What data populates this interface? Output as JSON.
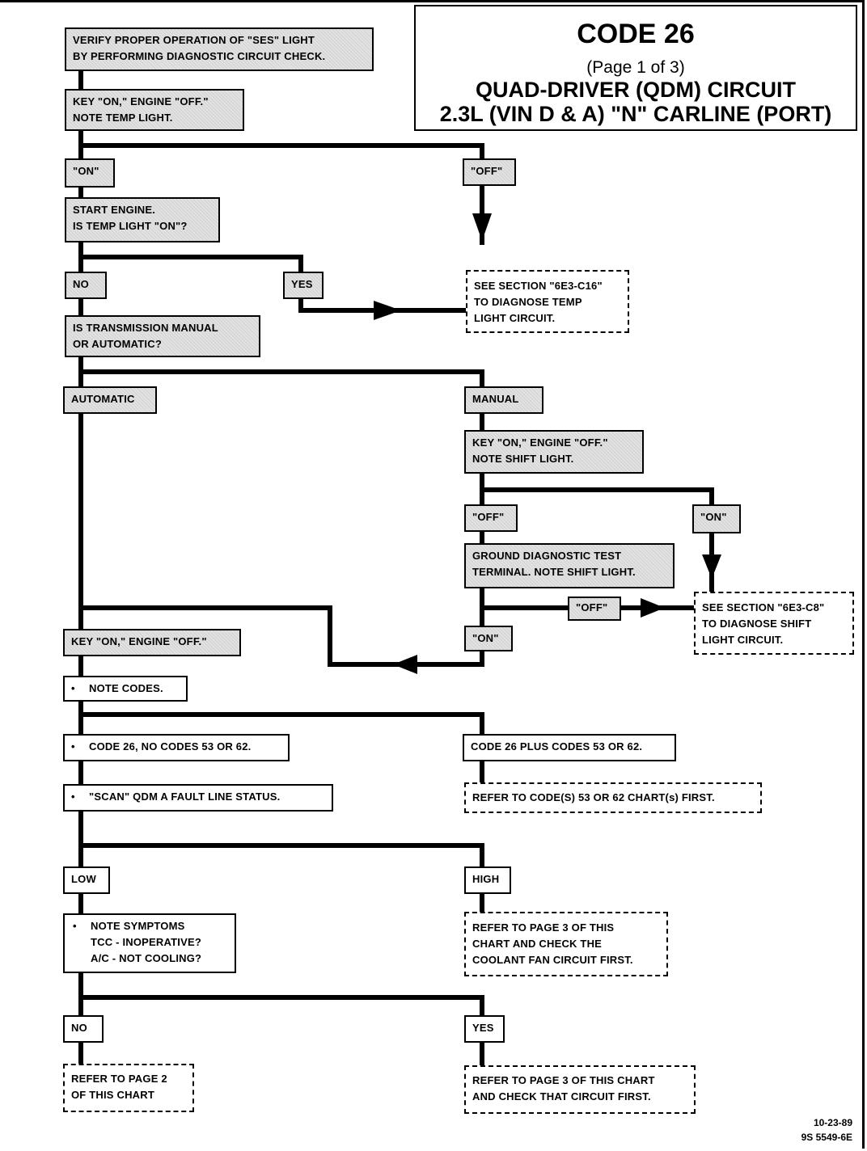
{
  "header": {
    "code": "CODE 26",
    "page": "(Page 1 of 3)",
    "title_line1": "QUAD-DRIVER (QDM) CIRCUIT",
    "title_line2": "2.3L  (VIN D & A)  \"N\"  CARLINE  (PORT)"
  },
  "steps": {
    "verify_l1": "VERIFY PROPER OPERATION OF \"SES\" LIGHT",
    "verify_l2": "BY PERFORMING DIAGNOSTIC CIRCUIT CHECK.",
    "key_on_l1": "KEY \"ON,\" ENGINE \"OFF.\"",
    "key_on_l2": "NOTE TEMP LIGHT.",
    "on_1": "\"ON\"",
    "off_1": "\"OFF\"",
    "start_l1": "START ENGINE.",
    "start_l2": "IS TEMP LIGHT \"ON\"?",
    "no_1": "NO",
    "yes_1": "YES",
    "see_temp_l1": "SEE SECTION \"6E3-C16\"",
    "see_temp_l2": "TO DIAGNOSE TEMP",
    "see_temp_l3": "LIGHT CIRCUIT.",
    "trans_l1": "IS TRANSMISSION MANUAL",
    "trans_l2": "OR AUTOMATIC?",
    "automatic": "AUTOMATIC",
    "manual": "MANUAL",
    "shift_l1": "KEY \"ON,\" ENGINE \"OFF.\"",
    "shift_l2": "NOTE SHIFT LIGHT.",
    "off_2": "\"OFF\"",
    "on_2": "\"ON\"",
    "ground_l1": "GROUND DIAGNOSTIC TEST",
    "ground_l2": "TERMINAL.  NOTE SHIFT LIGHT.",
    "off_3": "\"OFF\"",
    "see_shift_l1": "SEE SECTION \"6E3-C8\"",
    "see_shift_l2": "TO DIAGNOSE SHIFT",
    "see_shift_l3": "LIGHT CIRCUIT.",
    "on_3": "\"ON\"",
    "key_on_3": "KEY \"ON,\" ENGINE \"OFF.\"",
    "note_codes": "NOTE CODES.",
    "code26_no": "CODE 26, NO CODES 53 OR 62.",
    "code26_plus": "CODE 26 PLUS CODES 53 OR 62.",
    "scan": "\"SCAN\" QDM A  FAULT LINE STATUS.",
    "refer_codes": "REFER TO CODE(S) 53 OR 62 CHART(s) FIRST.",
    "low": "LOW",
    "high": "HIGH",
    "symptoms_l1": "NOTE SYMPTOMS",
    "symptoms_l2": "TCC - INOPERATIVE?",
    "symptoms_l3": "A/C - NOT COOLING?",
    "refer_p3_fan_l1": "REFER TO PAGE 3 OF THIS",
    "refer_p3_fan_l2": "CHART AND CHECK THE",
    "refer_p3_fan_l3": "COOLANT FAN CIRCUIT FIRST.",
    "no_2": "NO",
    "yes_2": "YES",
    "refer_p2_l1": "REFER TO PAGE 2",
    "refer_p2_l2": "OF THIS CHART",
    "refer_p3_l1": "REFER TO PAGE 3 OF THIS CHART",
    "refer_p3_l2": "AND CHECK THAT CIRCUIT FIRST."
  },
  "footer": {
    "date": "10-23-89",
    "doc_number": "9S 5549-6E"
  }
}
